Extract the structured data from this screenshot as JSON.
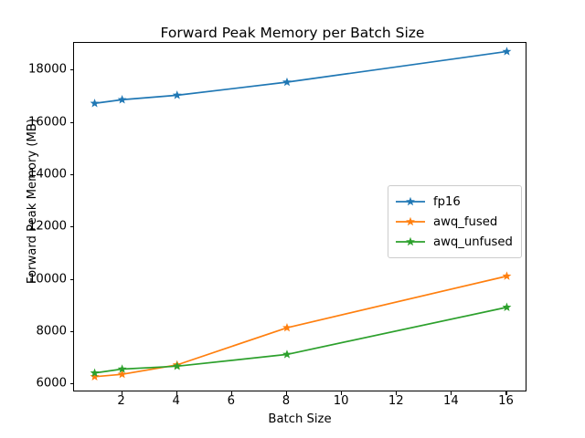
{
  "chart_data": {
    "type": "line",
    "title": "Forward Peak Memory per Batch Size",
    "xlabel": "Batch Size",
    "ylabel": "Forward Peak Memory (MB)",
    "x": [
      1,
      2,
      4,
      8,
      16
    ],
    "xlim": [
      0.25,
      16.75
    ],
    "ylim": [
      5700,
      19050
    ],
    "xticks": [
      2,
      4,
      6,
      8,
      10,
      12,
      14,
      16
    ],
    "xtick_labels": [
      "2",
      "4",
      "6",
      "8",
      "10",
      "12",
      "14",
      "16"
    ],
    "yticks": [
      6000,
      8000,
      10000,
      12000,
      14000,
      16000,
      18000
    ],
    "ytick_labels": [
      "6000",
      "8000",
      "10000",
      "12000",
      "14000",
      "16000",
      "18000"
    ],
    "grid": false,
    "marker": "star",
    "legend_position": "center right",
    "series": [
      {
        "name": "fp16",
        "color": "#1f77b4",
        "values": [
          16740,
          16880,
          17050,
          17550,
          18720
        ]
      },
      {
        "name": "awq_fused",
        "color": "#ff7f0e",
        "values": [
          6300,
          6390,
          6750,
          8170,
          10140
        ]
      },
      {
        "name": "awq_unfused",
        "color": "#2ca02c",
        "values": [
          6440,
          6590,
          6700,
          7150,
          8950
        ]
      }
    ]
  },
  "legend": {
    "items": [
      {
        "label": "fp16"
      },
      {
        "label": "awq_fused"
      },
      {
        "label": "awq_unfused"
      }
    ]
  }
}
